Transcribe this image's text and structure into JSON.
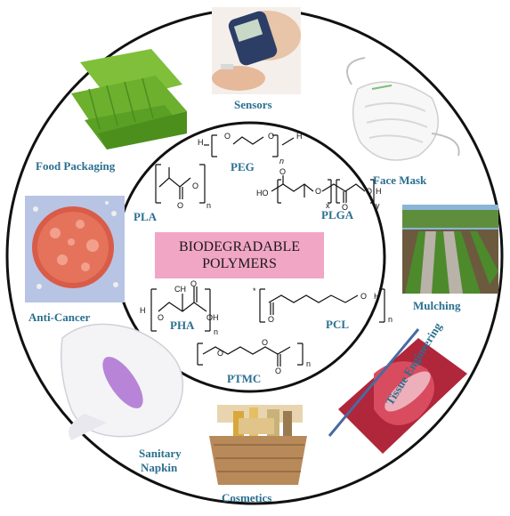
{
  "center": {
    "line1": "BIODEGRADABLE",
    "line2": "POLYMERS"
  },
  "polymers": {
    "peg": "PEG",
    "pla": "PLA",
    "plga": "PLGA",
    "pha": "PHA",
    "pcl": "PCL",
    "ptmc": "PTMC"
  },
  "applications": {
    "sensors": "Sensors",
    "food_packaging": "Food Packaging",
    "face_mask": "Face Mask",
    "anti_cancer": "Anti-Cancer",
    "mulching": "Mulching",
    "sanitary_line1": "Sanitary",
    "sanitary_line2": "Napkin",
    "cosmetics": "Cosmetics",
    "tissue_engineering": "Tissue Engineering"
  },
  "chem_text": {
    "h": "H",
    "o": "O",
    "oh": "OH",
    "ho": "HO",
    "ch3": "CH",
    "n": "n",
    "x": "x",
    "y": "y",
    "star": "*"
  },
  "colors": {
    "label": "#2a6f8f",
    "center_fill": "#f2a6c6"
  }
}
